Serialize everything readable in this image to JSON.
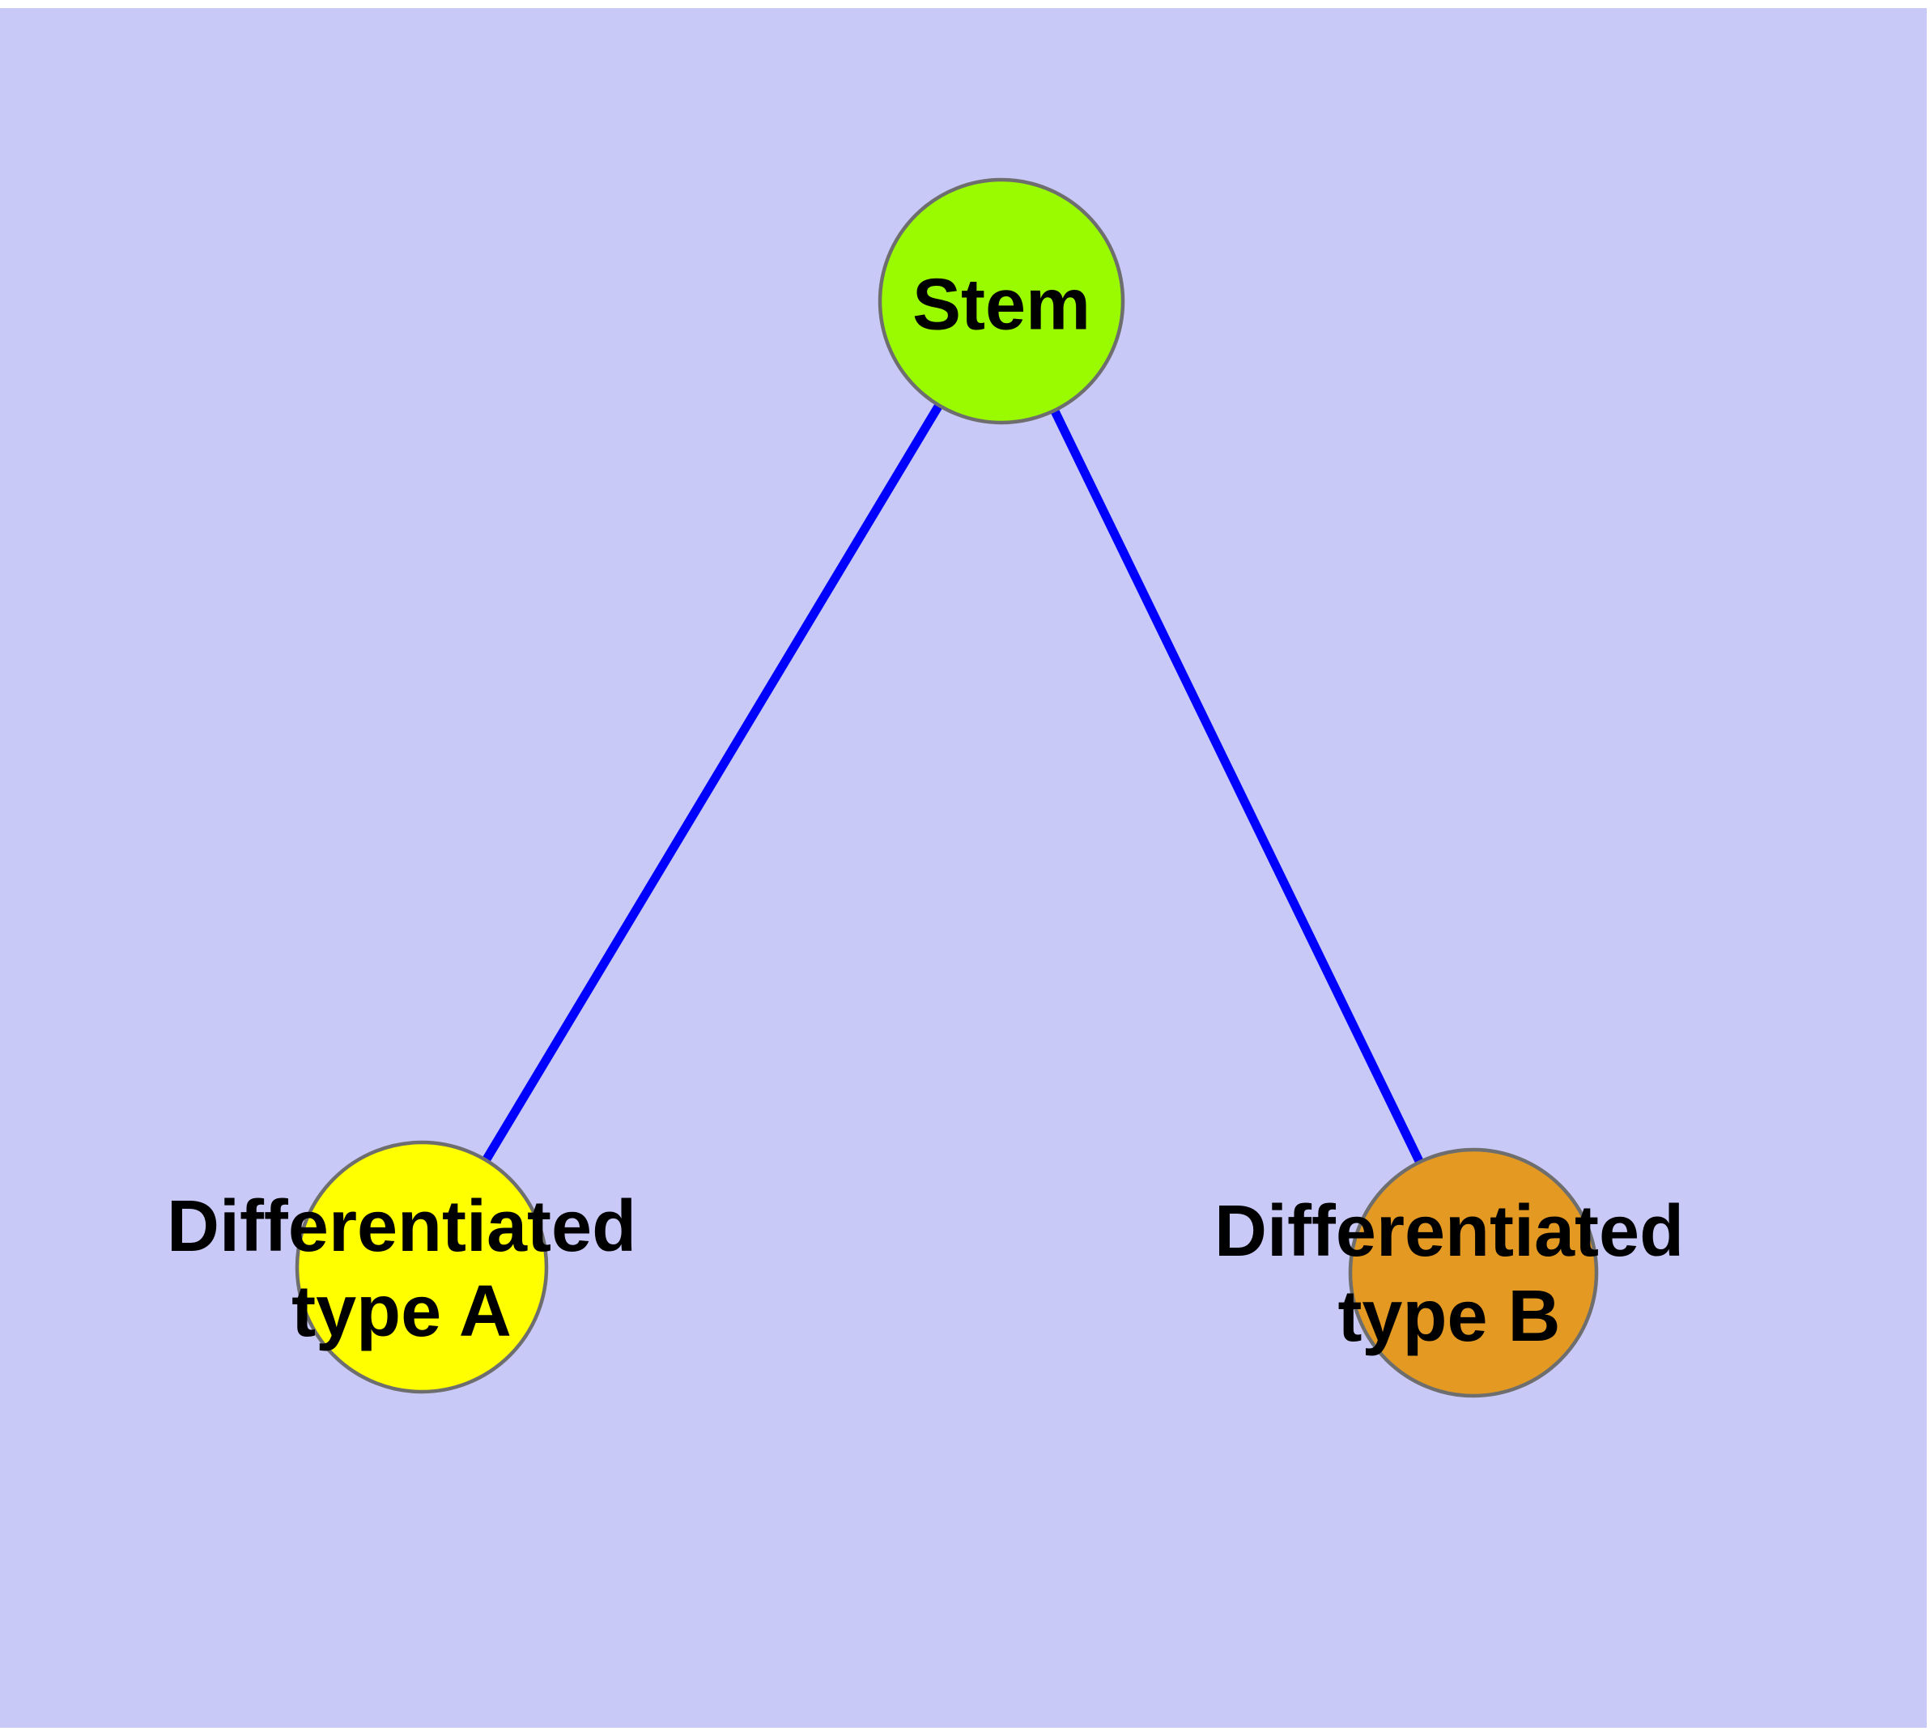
{
  "diagram": {
    "background_color": "#C9C9F7",
    "edge_color": "#0000FF",
    "node_border_color": "#6E6E6E",
    "label_color": "#000000",
    "nodes": {
      "stem": {
        "label": "Stem",
        "color": "#9AFB00"
      },
      "type_a": {
        "label_line1": "Differentiated",
        "label_line2": "type A",
        "color": "#FFFF00"
      },
      "type_b": {
        "label_line1": "Differentiated",
        "label_line2": "type B",
        "color": "#E49A22"
      }
    },
    "edges": [
      {
        "from": "Stem",
        "to": "Differentiated type A"
      },
      {
        "from": "Stem",
        "to": "Differentiated type B"
      }
    ]
  }
}
